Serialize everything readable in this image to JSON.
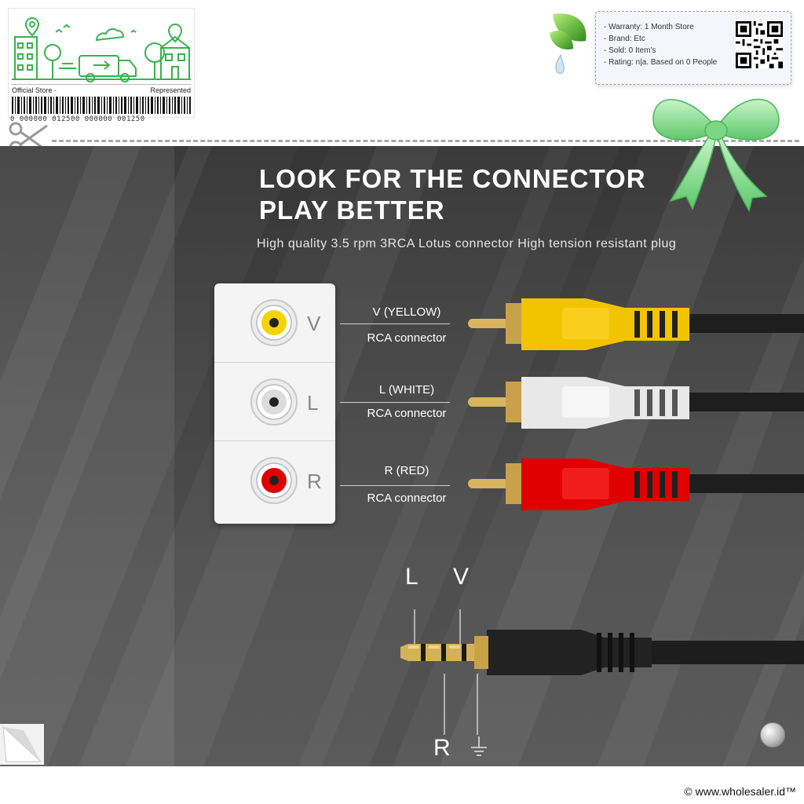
{
  "store": {
    "official_label": "Official Store -",
    "represented_label": "Represented",
    "barcode_text": "0 000000 012500 000000 001250"
  },
  "info": {
    "warranty": "- Warranty: 1 Month Store",
    "brand": "- Brand: Etc",
    "sold": "- Sold: 0 Item's",
    "rating": "- Rating: n|a. Based on 0 People"
  },
  "hero": {
    "title_line1": "LOOK FOR THE CONNECTOR",
    "title_line2": "PLAY BETTER",
    "subtitle": "High quality 3.5 rpm 3RCA Lotus connector High tension resistant plug"
  },
  "jacks": [
    {
      "letter": "V",
      "color": "#f4d400"
    },
    {
      "letter": "L",
      "color": "#dcdcdc"
    },
    {
      "letter": "R",
      "color": "#e00000"
    }
  ],
  "connectors": [
    {
      "name": "V (YELLOW)",
      "type": "RCA connector",
      "color": "#f2c400"
    },
    {
      "name": "L (WHITE)",
      "type": "RCA connector",
      "color": "#e8e8e8"
    },
    {
      "name": "R (RED)",
      "type": "RCA connector",
      "color": "#e00000"
    }
  ],
  "trrs": {
    "label_l": "L",
    "label_v": "V",
    "label_r": "R",
    "ground_icon": "ground-symbol-icon"
  },
  "footer": {
    "copyright": "© www.wholesaler.id™"
  },
  "colors": {
    "store_green": "#37b24d",
    "bow_green": "#8fe39a"
  }
}
